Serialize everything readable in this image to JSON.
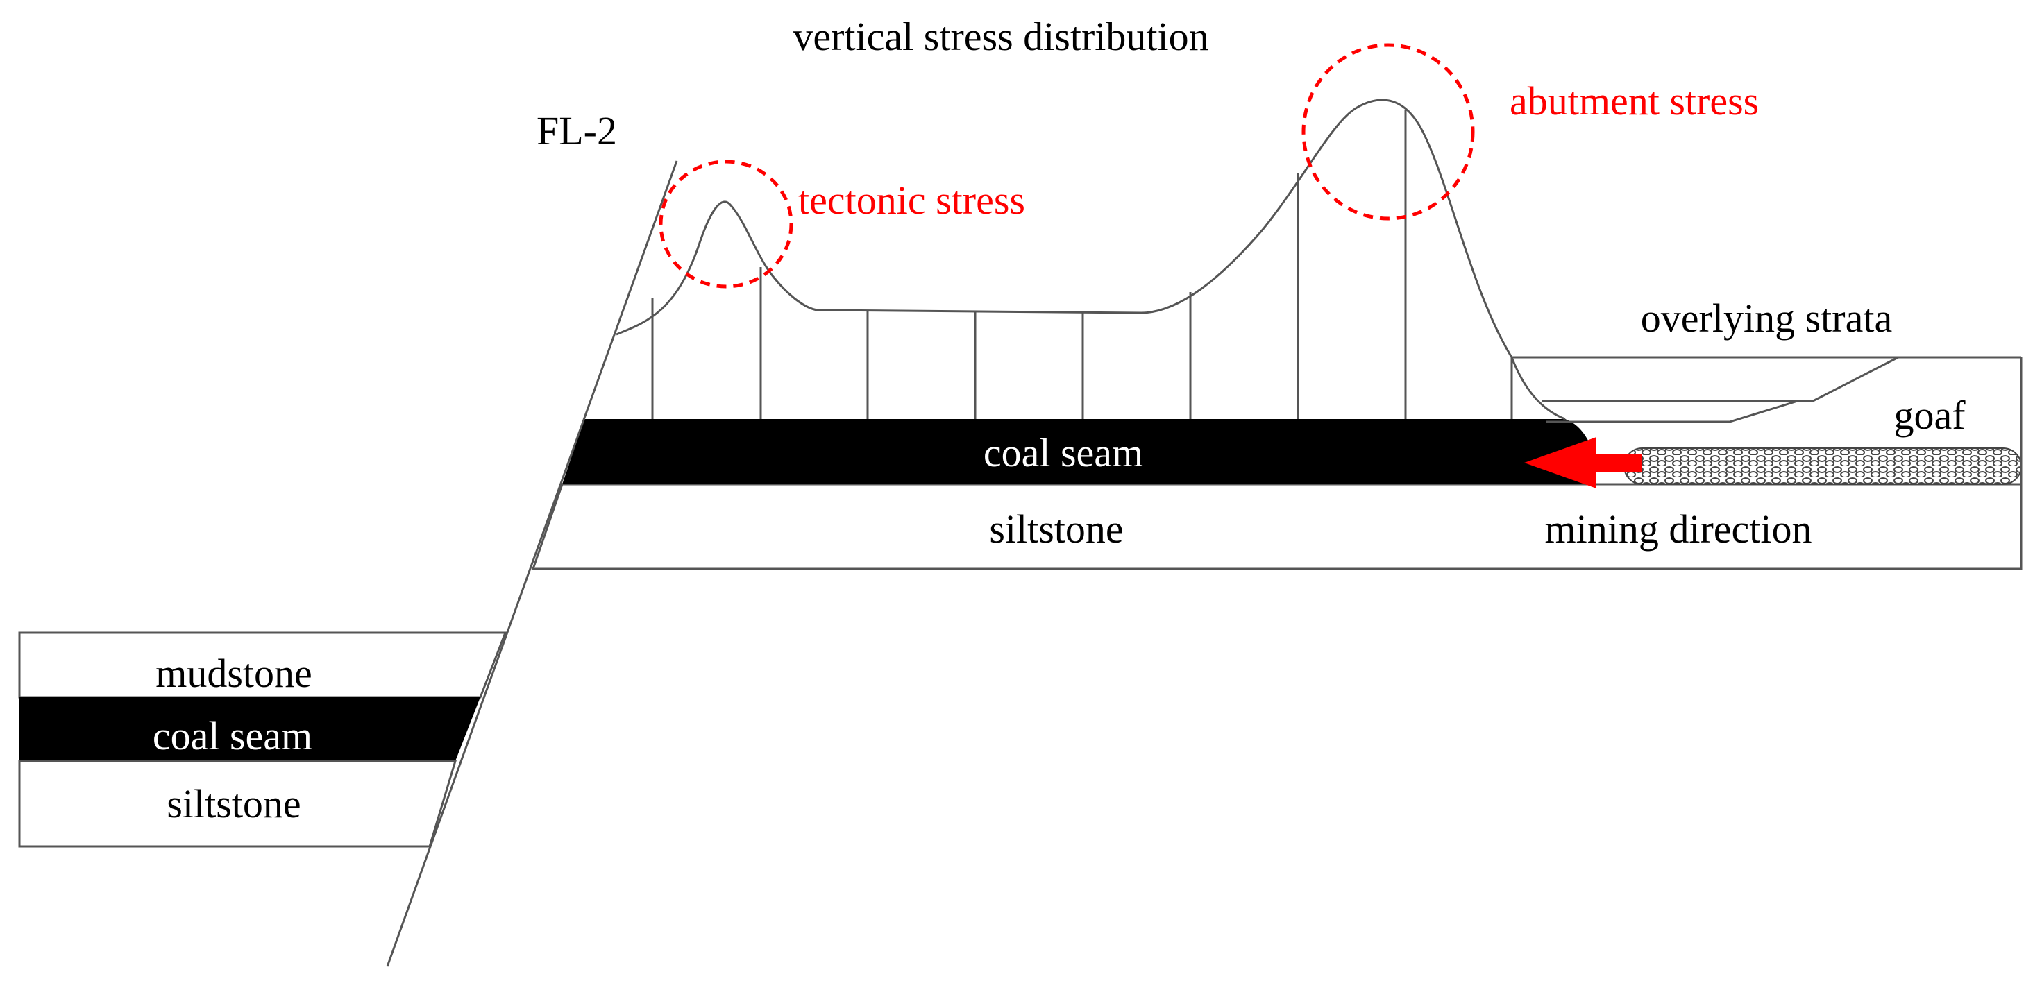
{
  "title": "vertical stress distribution",
  "labels": {
    "fault": "FL-2",
    "tectonic_stress": "tectonic stress",
    "abutment_stress": "abutment stress",
    "overlying_strata": "overlying strata",
    "goaf": "goaf",
    "coal_seam_upper": "coal seam",
    "siltstone_upper": "siltstone",
    "mining_direction": "mining direction",
    "mudstone_lower": "mudstone",
    "coal_seam_lower": "coal seam",
    "siltstone_lower": "siltstone"
  },
  "colors": {
    "line": "#555555",
    "coal": "#000000",
    "highlight": "#ff0000",
    "text": "#000000",
    "coal_text": "#ffffff"
  }
}
